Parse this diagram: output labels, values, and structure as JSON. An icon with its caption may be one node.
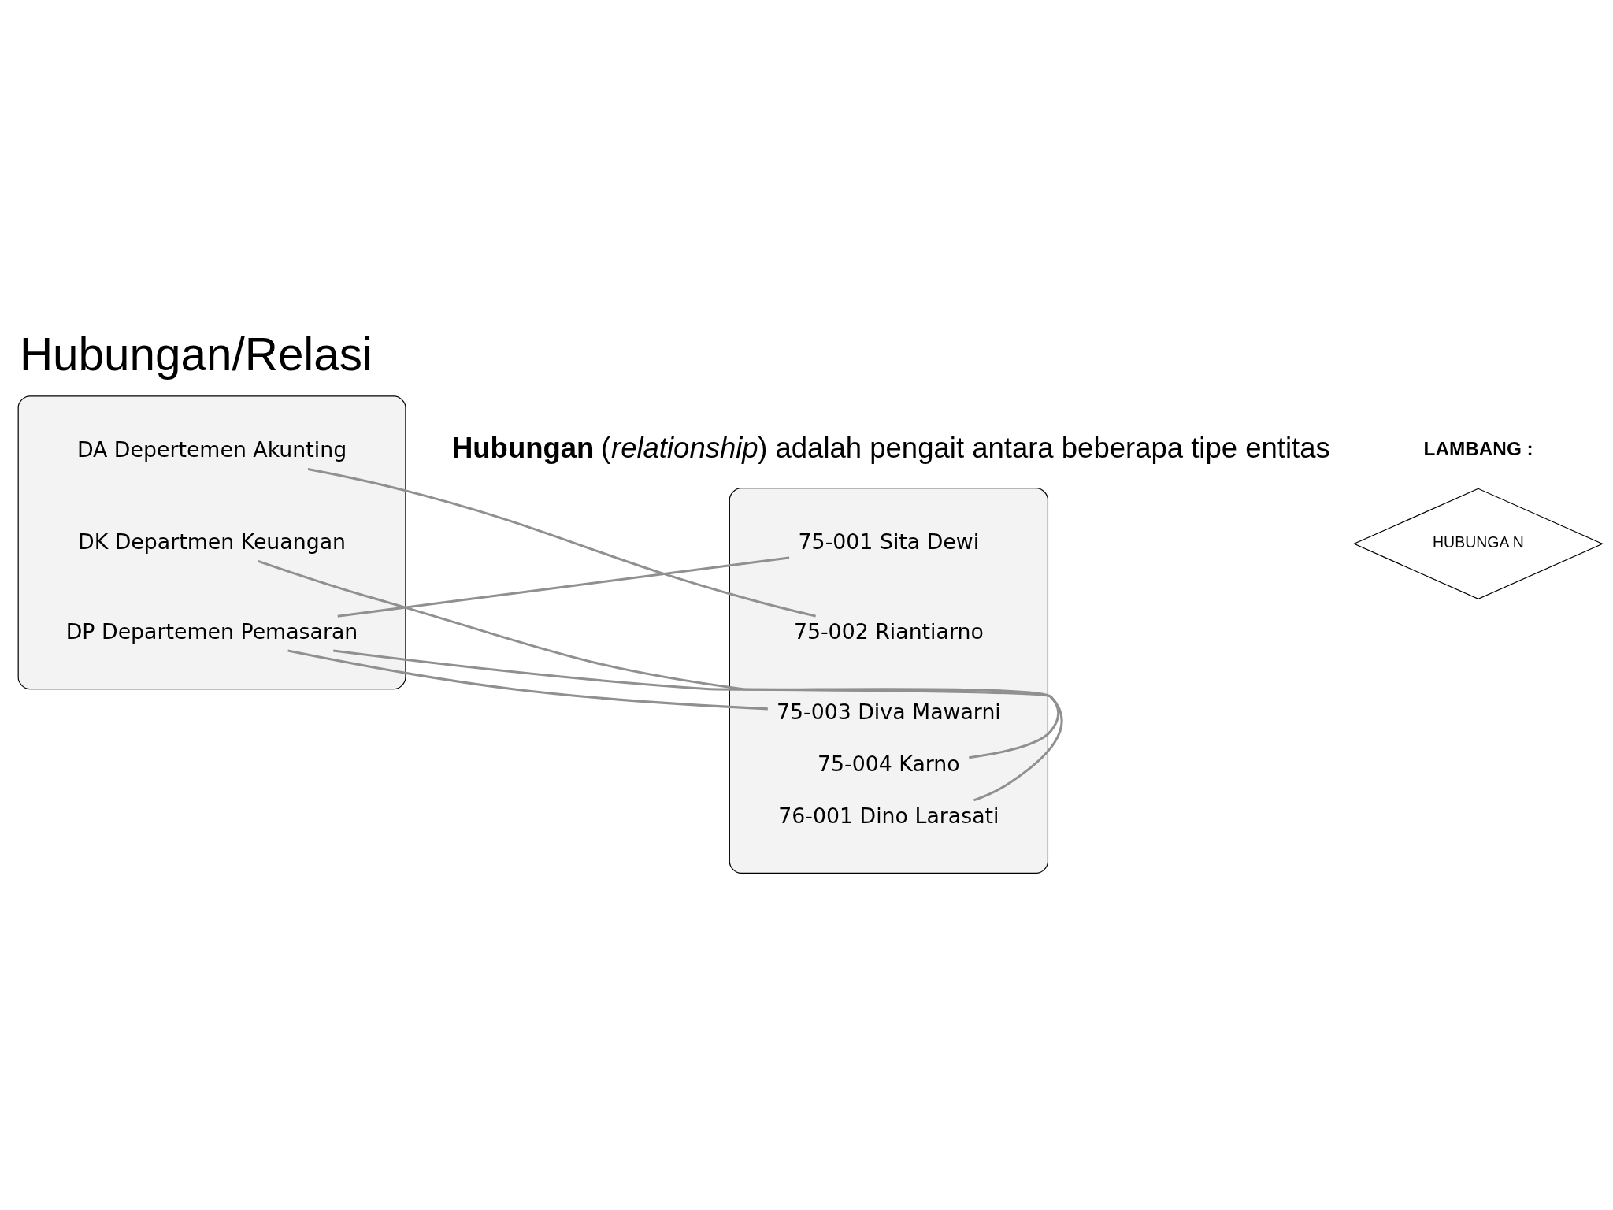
{
  "diagram": {
    "title": "Hubungan/Relasi",
    "nodes": [
      {
        "text": [],
        "shape": "ellipse"
      },
      {
        "text": [
          "75-001 Sita Dewi"
        ],
        "in": 0
      },
      {
        "text": [
          "75-002 Riantiarno"
        ],
        "in": 0
      },
      {
        "text": [
          "75-003 Diva Mawarni"
        ],
        "in": 0
      },
      {
        "text": [
          "75-004 Karno"
        ],
        "in": 0
      },
      {
        "text": [
          "76-001 Dino Larasati"
        ],
        "in": 0
      },
      {
        "text": [],
        "shape": "ellipse"
      },
      {
        "text": [
          "DA Depertemen Akunting"
        ],
        "in": 6
      },
      {
        "text": [
          "DK Departmen Keuangan"
        ],
        "in": 6
      },
      {
        "text": [
          "DP Departemen Pemasaran"
        ],
        "in": 6
      },
      {
        "text": [
          "HUBUNGA N"
        ],
        "beside": [
          "LAMBANG :"
        ]
      }
    ],
    "edges": [
      {
        "from": 1,
        "to": 9,
        "arrow": "none"
      },
      {
        "from": 2,
        "to": 7,
        "arrow": "none"
      },
      {
        "from": 3,
        "to": 9,
        "arrow": "none"
      },
      {
        "from": 4,
        "to": 8,
        "arrow": "none"
      },
      {
        "from": 5,
        "to": 9,
        "arrow": "none"
      }
    ],
    "labels": [
      "**Hubungan** (*relationship*) adalah pengait antara beberapa tipe entitas"
    ]
  }
}
